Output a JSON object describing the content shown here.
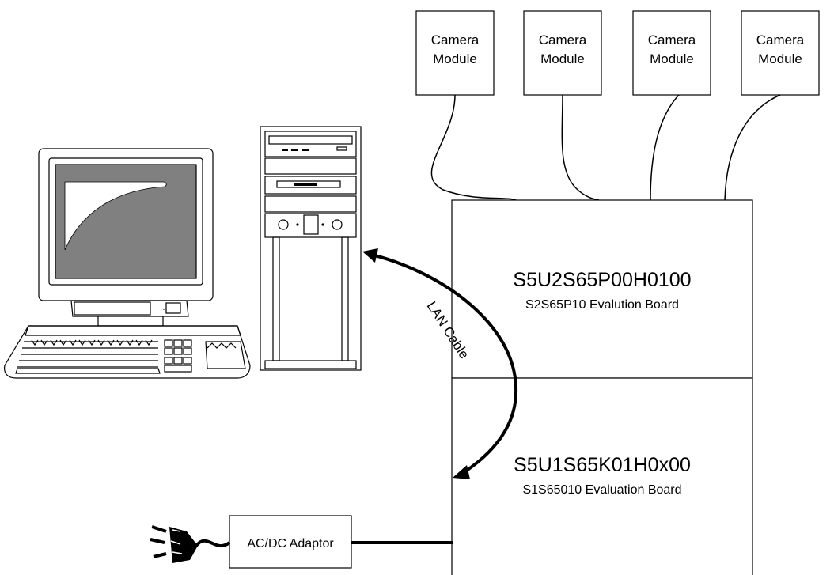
{
  "camera_modules": [
    {
      "line1": "Camera",
      "line2": "Module"
    },
    {
      "line1": "Camera",
      "line2": "Module"
    },
    {
      "line1": "Camera",
      "line2": "Module"
    },
    {
      "line1": "Camera",
      "line2": "Module"
    }
  ],
  "upper_board": {
    "name": "S5U2S65P00H0100",
    "desc": "S2S65P10 Evalution Board"
  },
  "lower_board": {
    "name": "S5U1S65K01H0x00",
    "desc": "S1S65010 Evaluation Board"
  },
  "cable_label": "LAN Cable",
  "adaptor_label": "AC/DC Adaptor",
  "colors": {
    "line": "#000000",
    "screen": "#808080",
    "background": "#ffffff"
  },
  "icons": [
    "monitor-icon",
    "keyboard-icon",
    "tower-pc-icon",
    "power-plug-icon"
  ]
}
